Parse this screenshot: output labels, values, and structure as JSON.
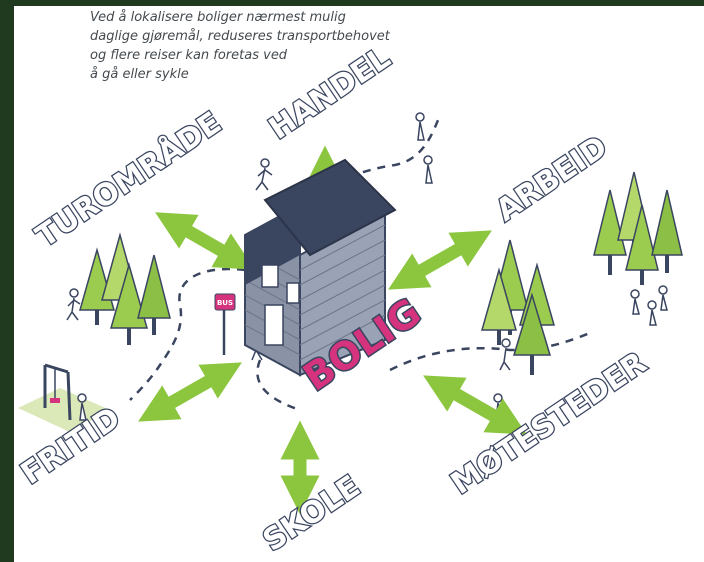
{
  "intro": {
    "lines": [
      "Ved å lokalisere boliger nærmest mulig",
      "daglige gjøremål, reduseres transportbehovet",
      "og flere reiser kan foretas ved",
      "å gå eller sykle"
    ]
  },
  "center": {
    "label": "BOLIG"
  },
  "destinations": {
    "handel": "HANDEL",
    "arbeid": "ARBEID",
    "turomrade": "TUROMRÅDE",
    "fritid": "FRITID",
    "skole": "SKOLE",
    "motesteder": "MØTESTEDER"
  },
  "sign": {
    "label": "BUS"
  },
  "colors": {
    "frame": "#1f3a1f",
    "background": "#ffffff",
    "arrow": "#8cc63f",
    "label_text": "#ffffff",
    "label_outline": "#3a4560",
    "bolig": "#d6337e",
    "roof": "#3a4560",
    "wall": "#8a93a5",
    "tree": "#9ccc4f"
  }
}
